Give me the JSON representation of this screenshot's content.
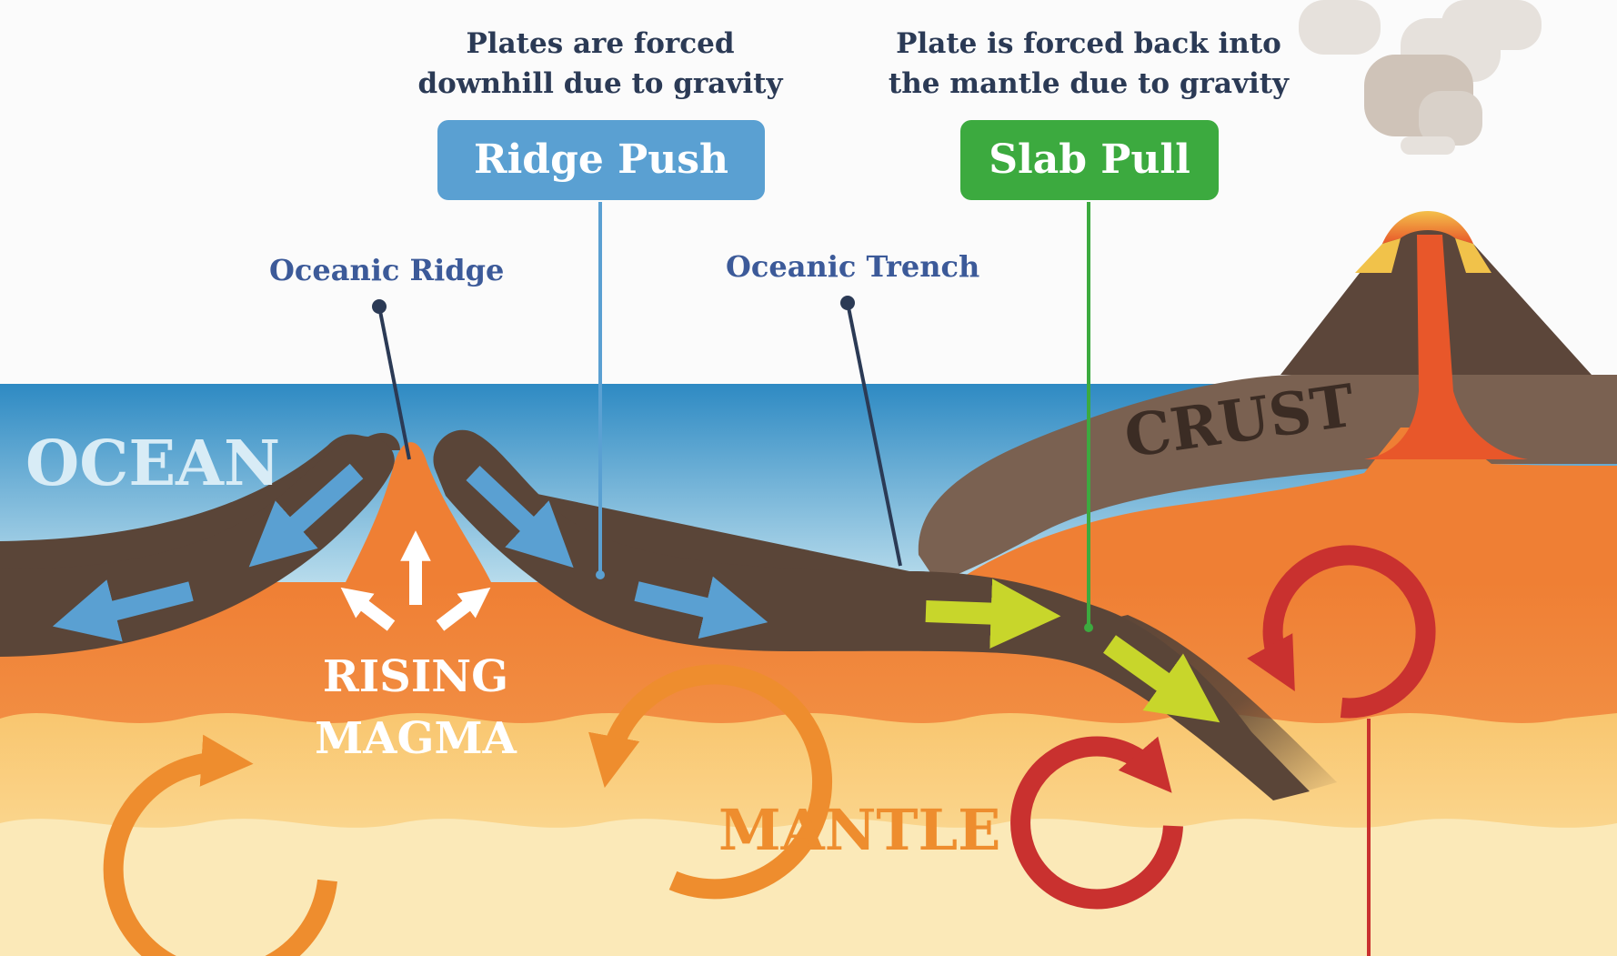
{
  "forces": [
    {
      "name": "Ridge Push",
      "caption_line1": "Plates are forced",
      "caption_line2": "downhill due to gravity",
      "color": "#5aa0d2"
    },
    {
      "name": "Slab Pull",
      "caption_line1": "Plate is forced back into",
      "caption_line2": "the mantle due to gravity",
      "color": "#3caa3f"
    }
  ],
  "features": {
    "oceanic_ridge": "Oceanic Ridge",
    "oceanic_trench": "Oceanic Trench"
  },
  "regions": {
    "ocean": "OCEAN",
    "crust": "CRUST",
    "rising_magma_line1": "RISING",
    "rising_magma_line2": "MAGMA",
    "mantle": "MANTLE"
  },
  "colors": {
    "ocean_top": "#2e8ac3",
    "ocean_bottom": "#bfe0ee",
    "plate": "#5a4538",
    "crust": "#7a6151",
    "magma": "#ef7f34",
    "mantle_light": "#fbe3a2",
    "ridge_push_arrows": "#5aa0d2",
    "slab_pull_arrows": "#c8d62b",
    "convection_orange": "#ee8d2e",
    "convection_red": "#c9312f",
    "label_blue": "#3c5a99"
  }
}
